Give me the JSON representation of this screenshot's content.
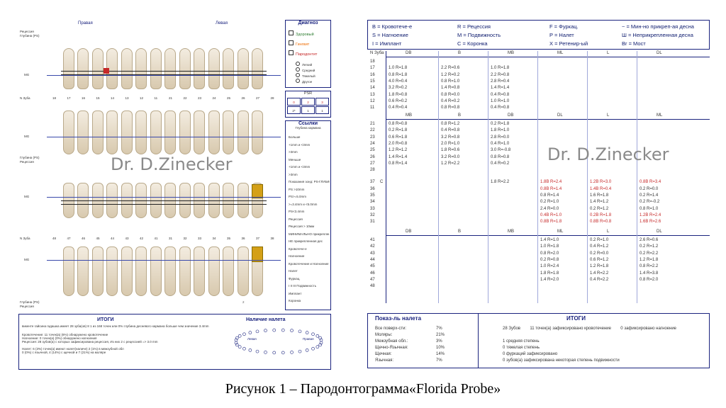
{
  "left": {
    "diagnosis": {
      "title": "Диагноз",
      "items": [
        "Здоровый",
        "Гингвит",
        "Пародонтит"
      ],
      "sub": [
        "Легкий",
        "Средний",
        "Тяжелый",
        "Другое"
      ]
    },
    "psr": {
      "label": "PSR",
      "cells": [
        "0",
        "2",
        "3",
        "2*",
        "1",
        "1"
      ]
    },
    "links": {
      "title": "Ссылки",
      "subtitle": "Глубина кармана",
      "items": [
        "Больше",
        "+1mm и <3mm",
        ">3mm",
        "Меньше",
        "+1mm и <3mm",
        ">3mm",
        "Показания зонд: PS-ГЛУБИНА",
        "PS >10mm",
        "PS>=5.0mm",
        ">=3.4mm и <5.0mm",
        "PS<3.4mm",
        "Рецессия",
        "Рецессия > 10мм",
        "МИНИМАЛЬНО прикрепленная дес",
        "НЕ прикрепленная дес",
        "Кровотече-е",
        "Нагноение",
        "Кровотечение и Нагноение",
        "Налет",
        "Фуркац.",
        "I II III Подвижность",
        "Имплант",
        "Коронка"
      ]
    },
    "labels": {
      "recession": "Рецессия",
      "depth": "Глубина (PS)",
      "depth2": "Глубина (PS)",
      "recession2": "Рецессия",
      "depth3": "Глубина (PS)",
      "recession3": "Рецессия",
      "mg": "MG",
      "tooth_no": "N Зуба",
      "right": "Правая",
      "left": "Левая"
    },
    "upper_teeth": [
      "18",
      "17",
      "16",
      "15",
      "14",
      "13",
      "12",
      "11",
      "21",
      "22",
      "23",
      "24",
      "25",
      "26",
      "27",
      "28"
    ],
    "lower_teeth": [
      "48",
      "47",
      "46",
      "45",
      "44",
      "43",
      "42",
      "41",
      "31",
      "32",
      "33",
      "34",
      "35",
      "36",
      "37",
      "38"
    ],
    "watermark": "Dr. D.Zinecker",
    "summary": {
      "title": "ИТОГИ",
      "plaque_title": "Наличие налета",
      "arch_left": "Левая",
      "arch_right": "Правая",
      "lines": [
        "викенте гайсина гадашка имеет  28 зуба(ов)     8 1 из 168 точек или 0% глубина десневого кармана больше чем значение 3.4mm",
        "Кровотечение:   11 точек(а) (6%) обнаружено кровотечение",
        "Нагноение:   0 точек(а) (0%) обнаружено нагноения",
        "Рецессия:   28 зубов(а) с которых зафиксирована рецессия, Из них 2 с рецессией => 3.0 mm",
        "Налет:   6 (3%) точек(а) имеют налет(наличе)  2 (1%) в межзубной обл",
        "0 (0%) с язычной,  4 (14%) с щечной и      7 (21%) на моляре"
      ],
      "page_num": "2"
    }
  },
  "right": {
    "legend": [
      [
        "B = Кровотече-е",
        "R = Рецессия",
        "F = Фуркац.",
        "~ = Мин-но прикреп-ая десна"
      ],
      [
        "S = Нагноение",
        "M = Подвижность",
        "P = Налет",
        "Ш = Неприкрепленная десна"
      ],
      [
        "I = Имплант",
        "C = Коронка",
        "X = Ретенир-ый",
        "Br = Мост"
      ]
    ],
    "col_label": "N Зуба",
    "upper_headers": [
      "DB",
      "B",
      "MB",
      "ML",
      "L",
      "DL"
    ],
    "mid_headers": [
      "MB",
      "B",
      "DB",
      "DL",
      "L",
      "ML"
    ],
    "low_headers": [
      "DB",
      "B",
      "MB",
      "ML",
      "L",
      "DL"
    ],
    "upper_rows": [
      {
        "n": "18",
        "c": [
          "",
          "",
          "",
          "",
          "",
          ""
        ]
      },
      {
        "n": "17",
        "c": [
          "1.0   R=1.8",
          "2.2   R=0.6",
          "1.0   R=1.8",
          "",
          "",
          ""
        ]
      },
      {
        "n": "16",
        "c": [
          "0.8   R=1.8",
          "1.2   R=0.2",
          "2.2   R=0.8",
          "",
          "",
          ""
        ]
      },
      {
        "n": "15",
        "c": [
          "4.0   R=0.4",
          "0.8   R=1.0",
          "2.8   R=0.4",
          "",
          "",
          ""
        ]
      },
      {
        "n": "14",
        "c": [
          "3.2   R=0.2",
          "1.4   R=0.8",
          "1.4   R=1.4",
          "",
          "",
          ""
        ]
      },
      {
        "n": "13",
        "c": [
          "1.8   R=0.8",
          "0.8   R=0.0",
          "0.4   R=0.8",
          "",
          "",
          ""
        ]
      },
      {
        "n": "12",
        "c": [
          "0.6   R=0.2",
          "0.4   R=0.2",
          "1.0   R=1.0",
          "",
          "",
          ""
        ]
      },
      {
        "n": "11",
        "c": [
          "0.4   R=0.4",
          "0.8   R=0.8",
          "0.4   R=0.8",
          "",
          "",
          ""
        ]
      }
    ],
    "mid_rows": [
      {
        "n": "21",
        "c": [
          "0.8   R=0.8",
          "0.8   R=1.2",
          "0.2   R=1.8",
          "",
          "",
          ""
        ]
      },
      {
        "n": "22",
        "c": [
          "0.2   R=1.8",
          "0.4   R=0.8",
          "1.8   R=1.0",
          "",
          "",
          ""
        ]
      },
      {
        "n": "23",
        "c": [
          "0.6   R=1.8",
          "3.2   R=0.8",
          "2.8   R=0.0",
          "",
          "",
          ""
        ]
      },
      {
        "n": "24",
        "c": [
          "2.0   R=0.8",
          "2.0   R=1.0",
          "0.4   R=1.0",
          "",
          "",
          ""
        ]
      },
      {
        "n": "25",
        "c": [
          "1.2   R=1.2",
          "1.8   R=0.6",
          "3.0   R=-0.8",
          "",
          "",
          ""
        ]
      },
      {
        "n": "26",
        "c": [
          "1.4   R=1.4",
          "3.2   R=0.0",
          "0.8   R=0.8",
          "",
          "",
          ""
        ]
      },
      {
        "n": "27",
        "c": [
          "0.8   R=1.4",
          "1.2   R=2.2",
          "0.4   R=0.2",
          "",
          "",
          ""
        ]
      },
      {
        "n": "28",
        "c": [
          "",
          "",
          "",
          "",
          "",
          ""
        ]
      }
    ],
    "mid2_rows": [
      {
        "n": "37",
        "c": [
          "",
          "",
          "1.8   R=2.2",
          "1.8B   R=2.4",
          "1.2B   R=3.0",
          "0.8B   R=3.4"
        ]
      },
      {
        "n": "36",
        "c": [
          "",
          "",
          "",
          "0.8B   R=1.4",
          "1.4B   R=0.4",
          "0.2   R=0.0"
        ]
      },
      {
        "n": "35",
        "c": [
          "",
          "",
          "",
          "0.8   R=1.4",
          "1.6   R=1.8",
          "0.2   R=1.4"
        ]
      },
      {
        "n": "34",
        "c": [
          "",
          "",
          "",
          "0.2   R=1.0",
          "1.4   R=1.2",
          "0.2   R=-0.2"
        ]
      },
      {
        "n": "33",
        "c": [
          "",
          "",
          "",
          "2.4   R=0.0",
          "0.2   R=1.2",
          "0.8   R=1.0"
        ]
      },
      {
        "n": "32",
        "c": [
          "",
          "",
          "",
          "0.4B   R=1.0",
          "0.2B   R=1.8",
          "1.2B   R=2.4"
        ]
      },
      {
        "n": "31",
        "c": [
          "",
          "",
          "",
          "0.8B   R=1.8",
          "0.8B   R=0.8",
          "1.6B   R=2.6"
        ]
      }
    ],
    "low_rows": [
      {
        "n": "41",
        "c": [
          "",
          "",
          "",
          "1.4   R=1.0",
          "0.2   R=1.0",
          "2.6   R=0.6"
        ]
      },
      {
        "n": "42",
        "c": [
          "",
          "",
          "",
          "1.0   R=1.8",
          "0.4   R=1.2",
          "0.2   R=1.2"
        ]
      },
      {
        "n": "43",
        "c": [
          "",
          "",
          "",
          "0.8   R=2.0",
          "0.2   R=0.0",
          "0.2   R=2.2"
        ]
      },
      {
        "n": "44",
        "c": [
          "",
          "",
          "",
          "0.2   R=0.8",
          "0.6   R=1.2",
          "1.2   R=1.8"
        ]
      },
      {
        "n": "45",
        "c": [
          "",
          "",
          "",
          "1.0   R=2.4",
          "1.2   R=1.8",
          "0.8   R=2.2"
        ]
      },
      {
        "n": "46",
        "c": [
          "",
          "",
          "",
          "1.8   R=1.8",
          "1.4   R=2.2",
          "1.4   R=3.8"
        ]
      },
      {
        "n": "47",
        "c": [
          "",
          "",
          "",
          "1.4   R=2.0",
          "0.4   R=2.2",
          "0.8   R=2.0"
        ]
      },
      {
        "n": "48",
        "c": [
          "",
          "",
          "",
          "",
          "",
          ""
        ]
      }
    ],
    "marker_c": "C",
    "watermark": "Dr. D.Zinecker",
    "bottom": {
      "plaque_title": "Показ-ль налета",
      "plaque_rows": [
        [
          "Все поверх-сти:",
          "7%"
        ],
        [
          "Моляры:",
          "21%"
        ],
        [
          "Межзубная обл.:",
          "3%"
        ],
        [
          "Щечно-Язычная:",
          "10%"
        ],
        [
          "Щечная:",
          "14%"
        ],
        [
          "Язычная:",
          "7%"
        ]
      ],
      "totals_title": "ИТОГИ",
      "totals": [
        "28 Зубов        11 точек(а) зафиксировано кровотечение        0 зафиксировано нагноение",
        "1 средняя степень",
        "0 тяжелая степень",
        "0 фуркаций зафиксировано",
        "0 зубов(а) зафиксирована некоторая степень подвижности"
      ]
    }
  },
  "caption": "Рисунок 1 – Пародонтограмма«Florida Probe»"
}
